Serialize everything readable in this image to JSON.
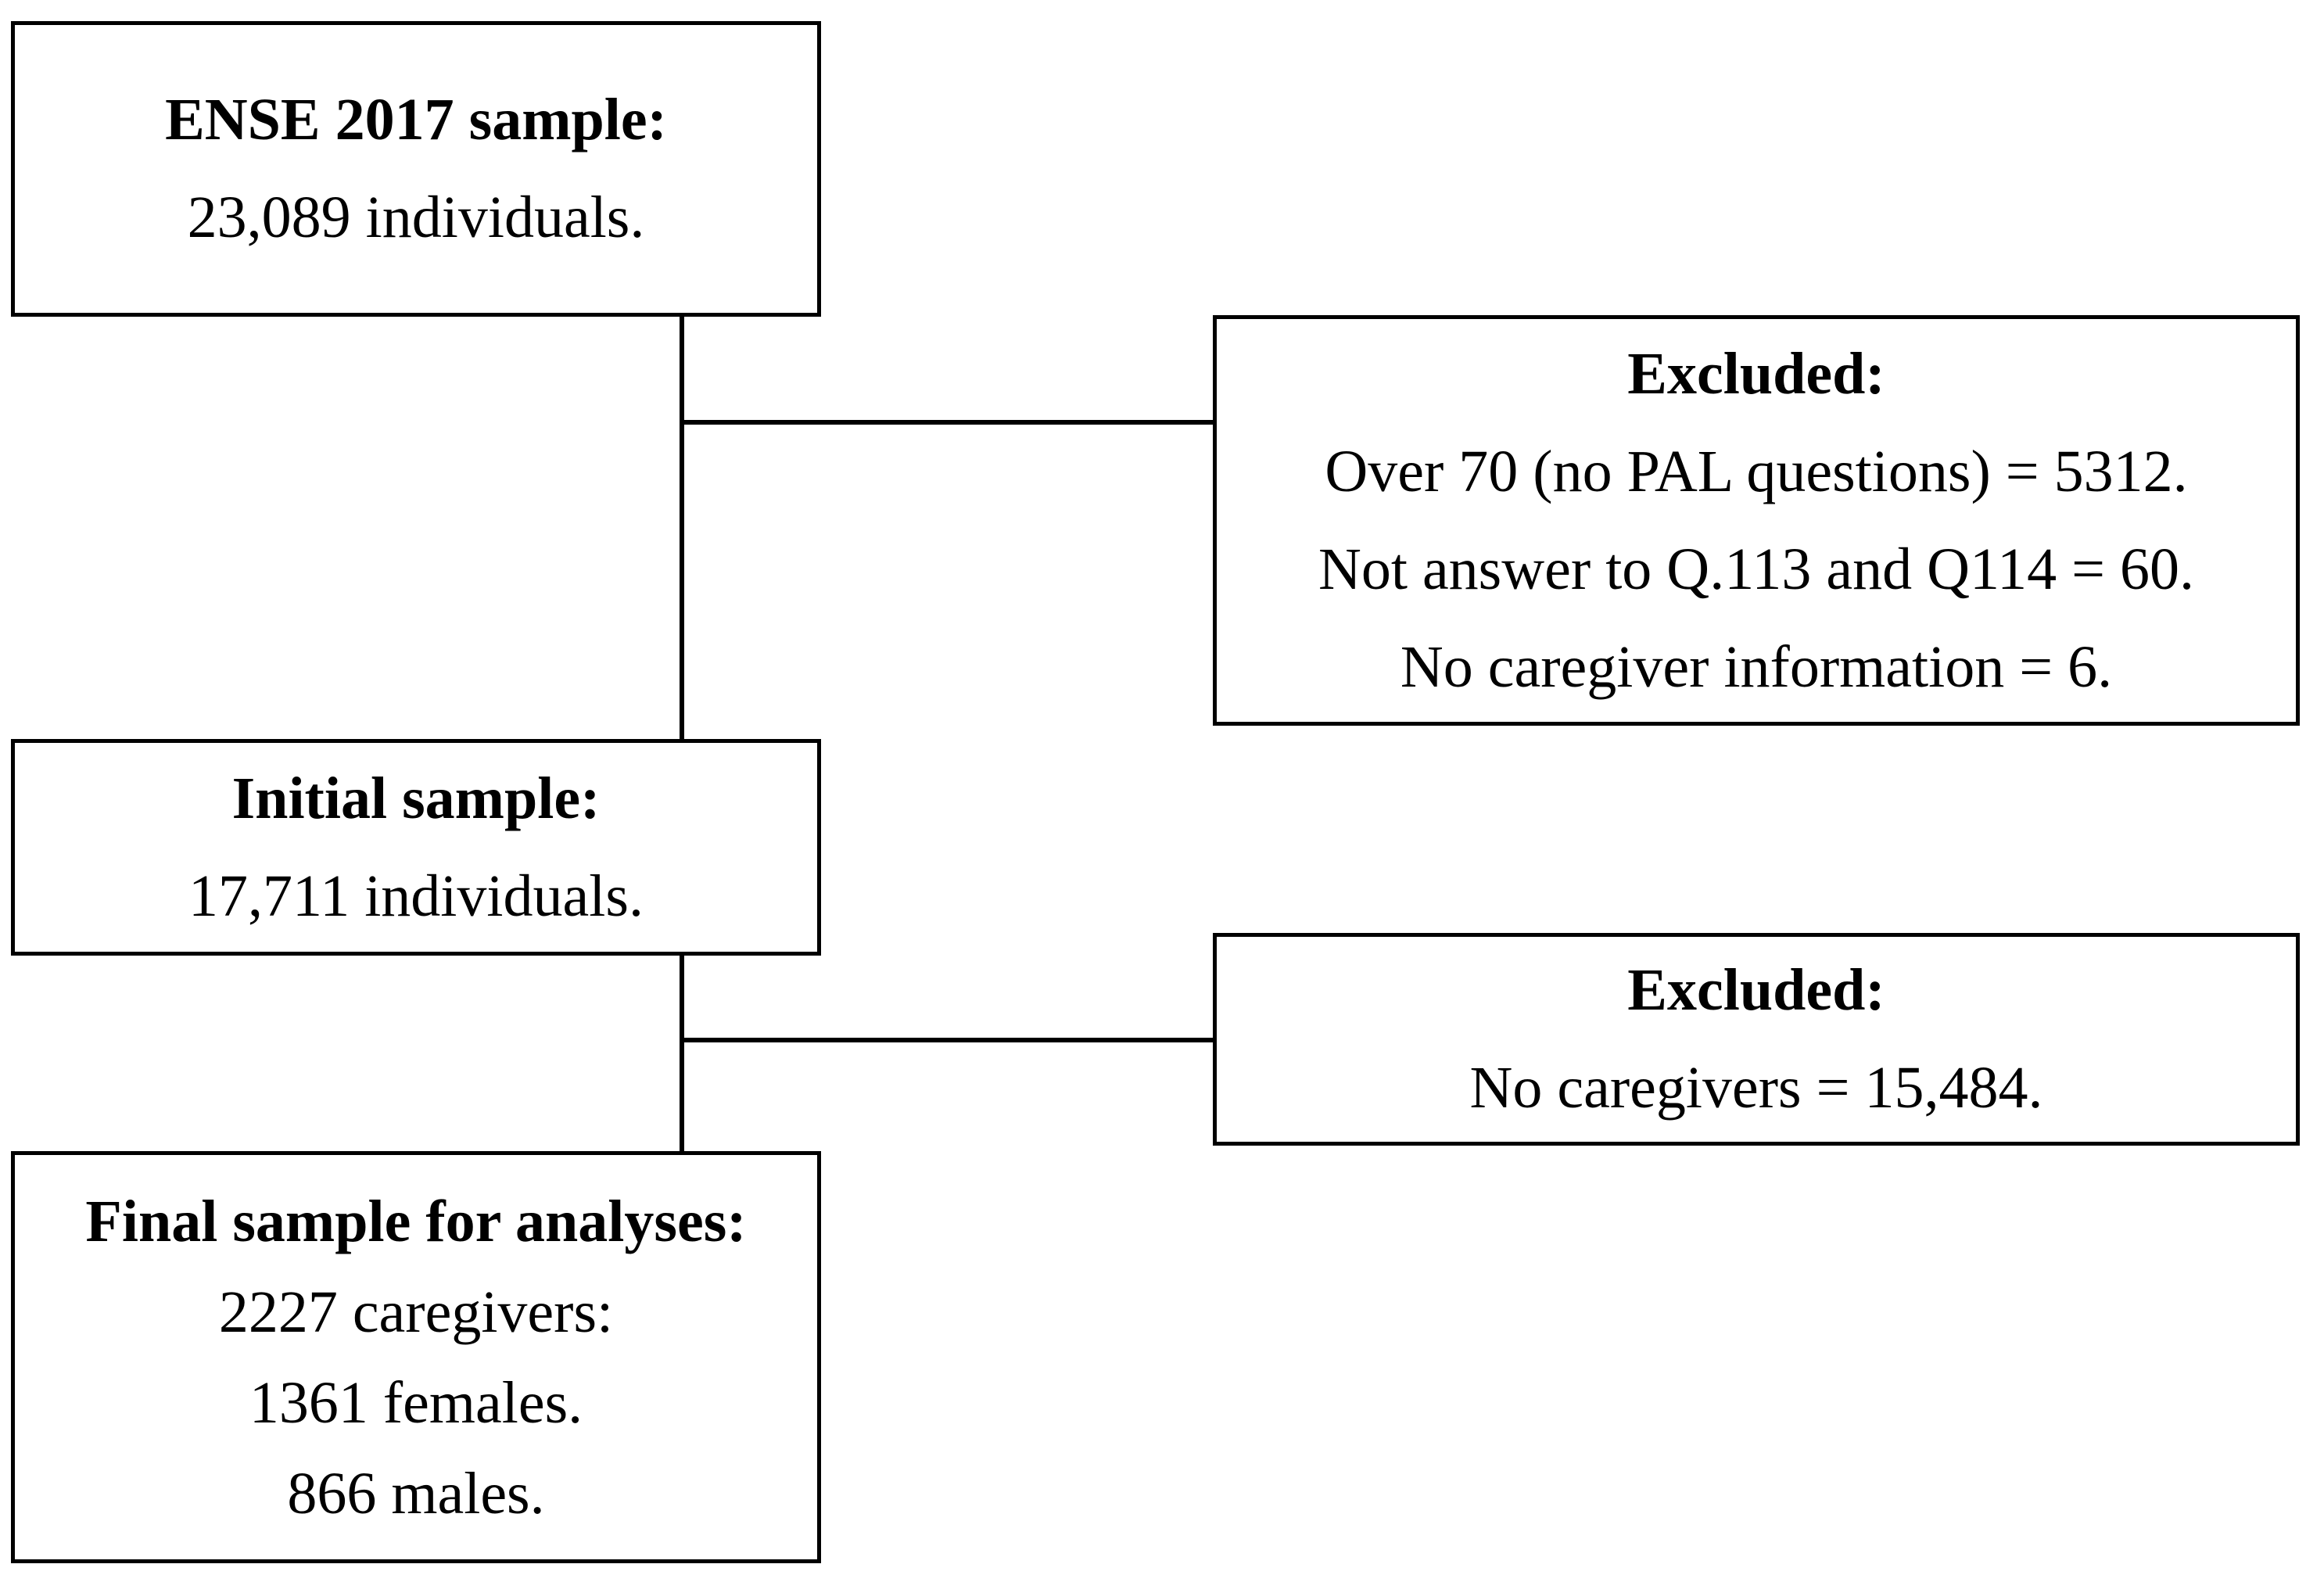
{
  "diagram": {
    "type": "flowchart",
    "colors": {
      "background": "#ffffff",
      "box_border": "#000000",
      "text": "#000000",
      "connector": "#000000"
    },
    "boxes": [
      {
        "id": "ense-sample",
        "title": "ENSE 2017 sample:",
        "lines": [
          "23,089 individuals."
        ]
      },
      {
        "id": "excluded-first",
        "title": "Excluded:",
        "lines": [
          "Over 70 (no PAL questions) = 5312.",
          "Not answer to Q.113 and Q114 = 60.",
          "No caregiver information = 6."
        ]
      },
      {
        "id": "initial-sample",
        "title": "Initial sample:",
        "lines": [
          "17,711 individuals."
        ]
      },
      {
        "id": "excluded-second",
        "title": "Excluded:",
        "lines": [
          "No caregivers = 15,484."
        ]
      },
      {
        "id": "final-sample",
        "title": "Final sample for analyses:",
        "lines": [
          "2227 caregivers:",
          "1361 females.",
          "866 males."
        ]
      }
    ]
  }
}
